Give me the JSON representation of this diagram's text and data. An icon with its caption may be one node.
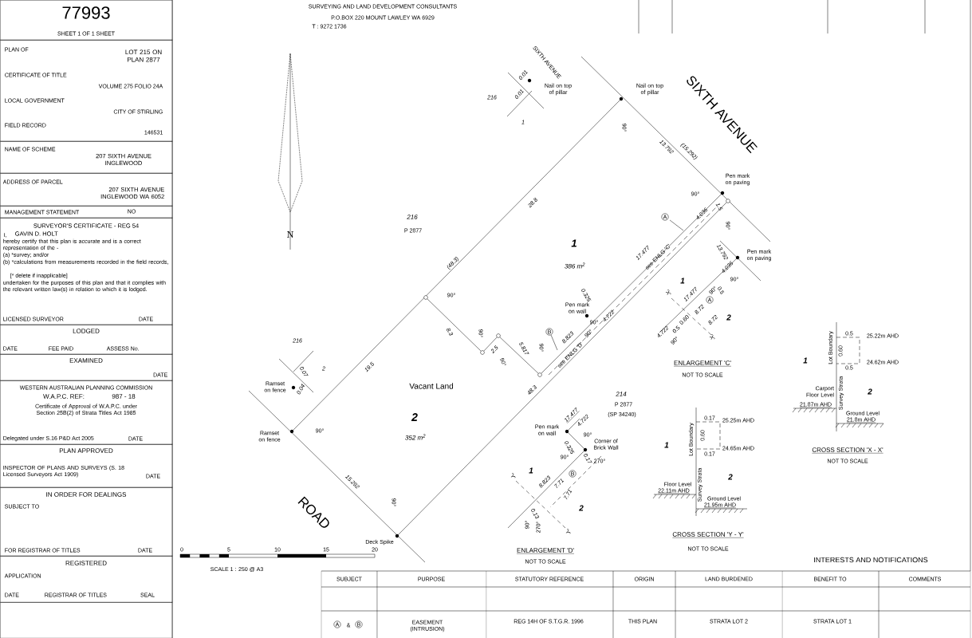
{
  "diagram": {
    "nodes": [
      {
        "text": [
          "77993",
          "SHEET 1 OF 1 SHEET"
        ]
      },
      {
        "text": [
          "PLAN OF",
          "LOT 215 ON PLAN 2877",
          "CERTIFICATE OF TITLE",
          "VOLUME 275 FOLIO 24A",
          "LOCAL GOVERNMENT",
          "CITY OF STIRLING",
          "FIELD RECORD",
          "146531"
        ]
      },
      {
        "text": [
          "NAME OF SCHEME",
          "207 SIXTH AVENUE INGLEWOOD"
        ]
      },
      {
        "text": [
          "ADDRESS OF PARCEL",
          "207 SIXTH AVENUE INGLEWOOD WA 6052"
        ]
      },
      {
        "text": [
          "MANAGEMENT STATEMENT",
          "NO"
        ]
      },
      {
        "text": [
          "SURVEYOR'S CERTIFICATE - REG 54",
          "I,",
          "GAVIN D. HOLT",
          "hereby certify that this plan is accurate and is a correct representation of the -",
          "(a) *survey; and/or",
          "(b) *calculations from measurements recorded in the field records,",
          "[* delete if inapplicable]",
          "undertaken for the purposes of this plan and that it complies with the relevant written law(s) in relation to which it is lodged.",
          "LICENSED SURVEYOR",
          "DATE"
        ]
      },
      {
        "text": [
          "LODGED",
          "DATE",
          "FEE PAID",
          "ASSESS No."
        ]
      },
      {
        "text": [
          "EXAMINED",
          "DATE"
        ]
      },
      {
        "text": [
          "WESTERN AUSTRALIAN PLANNING COMMISSION",
          "W.A.P.C. REF:",
          "987 - 18",
          "Certificate of Approval of W.A.P.C. under Section 25B(2) of Strata Titles Act 1985",
          "Delegated under S.16 P&D Act 2005",
          "DATE"
        ]
      },
      {
        "text": [
          "PLAN APPROVED",
          "INSPECTOR OF PLANS AND SURVEYS (S. 18 Licensed Surveyors Act 1909)",
          "DATE"
        ]
      },
      {
        "text": [
          "IN ORDER FOR DEALINGS",
          "SUBJECT TO",
          "FOR REGISTRAR OF TITLES",
          "DATE"
        ]
      },
      {
        "text": [
          "REGISTERED",
          "APPLICATION",
          "DATE",
          "REGISTRAR OF TITLES",
          "SEAL"
        ]
      },
      {
        "text": [],
        "shape": "box"
      }
    ],
    "labels": [
      "SURVEYING AND LAND DEVELOPMENT CONSULTANTS",
      "P.O.BOX 220 MOUNT LAWLEY WA 6929",
      "T : 9272 1736",
      "N",
      "SIXTH AVENUE",
      "0.01",
      "0.01",
      "Nail on top of pillar",
      "216",
      "1",
      "Nail on top of pillar",
      "SIXTH AVENUE",
      "90°",
      "13.792",
      "(15.292)",
      "Pen mark on paving",
      "90°",
      "1.5",
      "4.036",
      "A",
      "28.8",
      "216",
      "P 2877",
      "(48.3)",
      "1",
      "386 m$^{2}$",
      "17.477",
      "see ENLG 'C'",
      "90°",
      "13.792",
      "Pen mark on paving",
      "4.036",
      "90°",
      "1",
      "'X'",
      "17.477",
      "90°",
      "0.5",
      "A",
      "8.72",
      "8.72",
      "2",
      "4.722",
      "0.5",
      "0.60",
      "90°",
      "'X'",
      "Pen mark on wall",
      "0.325",
      "4.722",
      "90°",
      "90°",
      "90°",
      "8.3",
      "90°",
      "2.5",
      "5.817",
      "90°",
      "90°",
      "B",
      "8.823",
      "see ENLG 'D'",
      "216",
      "2",
      "0.07",
      "Ramset on fence",
      "0.04",
      "19.5",
      "Vacant Land",
      "2",
      "352 m$^{2}$",
      "48.3",
      "214",
      "P 2877",
      "(SP 34240)",
      "Ramset on fence",
      "90°",
      "15.292",
      "90°",
      "ROAD",
      "Deck Spike",
      "Pen mark on wall",
      "17.477",
      "4.722",
      "90°",
      "0.325",
      "Corner of Brick Wall",
      "90°",
      "0.17",
      "270°",
      "1",
      "'Y'",
      "8.823",
      "B",
      "7.71",
      "7.71",
      "2",
      "0.13",
      "90°",
      "270°",
      "'Y'",
      "0",
      "5",
      "10",
      "15",
      "20",
      "ENLARGEMENT 'D'",
      "NOT TO SCALE",
      "ENLARGEMENT 'C'",
      "NOT TO SCALE",
      "0.5",
      "25.22m AHD",
      "Lot Boundary",
      "0.60",
      "1",
      "24.62m AHD",
      "0.5",
      "Survey Strata",
      "2",
      "Carport Floor Level",
      "21.87m AHD",
      "0.17",
      "25.25m AHD",
      "Ground Level",
      "21.8m AHD",
      "Lot Boundary",
      "0.60",
      "1",
      "24.65m AHD",
      "0.17",
      "CROSS SECTION 'X - X'",
      "NOT TO SCALE",
      "2",
      "Survey Strata",
      "Floor Level",
      "22.11m AHD",
      "Ground Level",
      "21.95m AHD",
      "CROSS SECTION 'Y - Y'",
      "NOT TO SCALE",
      "SCALE 1 : 250 @ A3",
      "INTERESTS AND NOTIFICATIONS",
      "SUBJECT",
      "PURPOSE",
      "STATUTORY REFERENCE",
      "ORIGIN",
      "LAND BURDENED",
      "BENEFIT TO",
      "COMMENTS",
      "A",
      "&",
      "B",
      "EASEMENT (INTRUSION)",
      "REG 14H OF S.T.G.R. 1996",
      "THIS PLAN",
      "STRATA LOT 2",
      "STRATA LOT 1"
    ]
  }
}
